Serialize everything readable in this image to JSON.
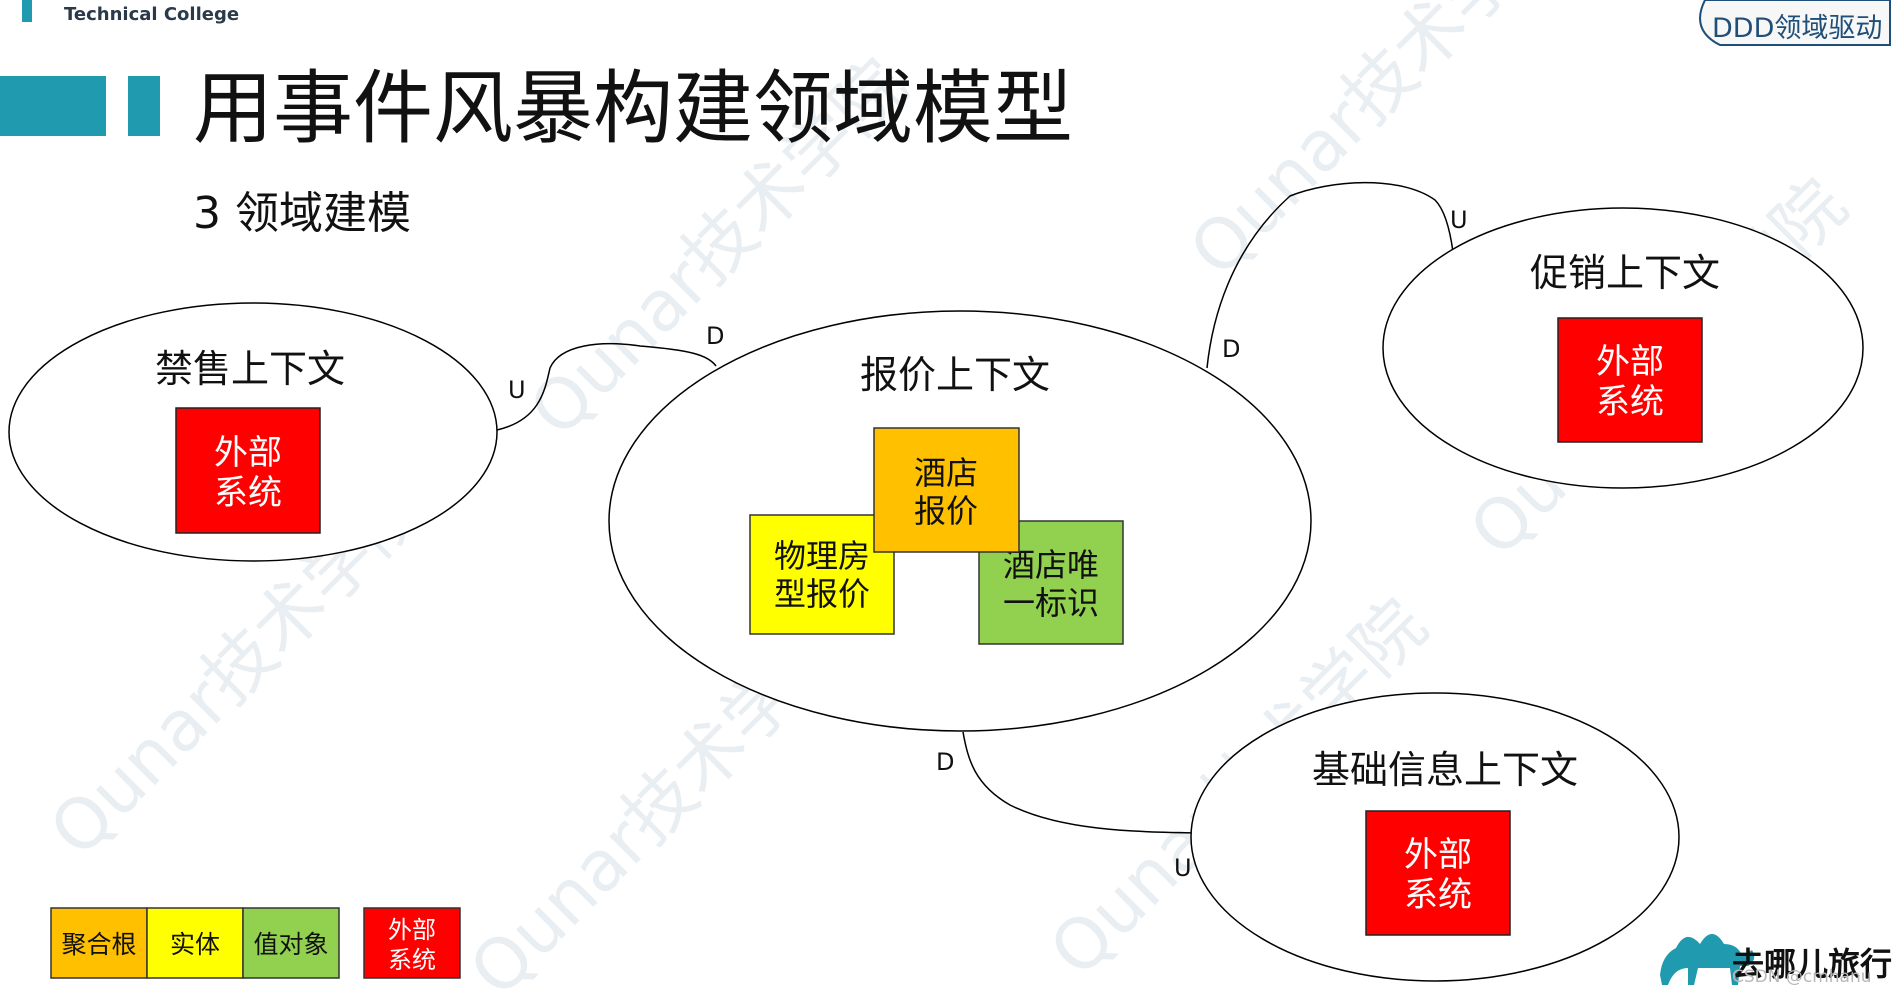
{
  "header": {
    "college_name": "Technical College",
    "tag": "DDD领域驱动",
    "title": "用事件风暴构建领域模型",
    "subtitle": "3 领域建模"
  },
  "contexts": {
    "forbidden": {
      "label": "禁售上下文",
      "box_line1": "外部",
      "box_line2": "系统"
    },
    "pricing": {
      "label": "报价上下文",
      "hotel_price_line1": "酒店",
      "hotel_price_line2": "报价",
      "room_price_line1": "物理房",
      "room_price_line2": "型报价",
      "hotel_id_line1": "酒店唯",
      "hotel_id_line2": "一标识"
    },
    "promotion": {
      "label": "促销上下文",
      "box_line1": "外部",
      "box_line2": "系统"
    },
    "basic": {
      "label": "基础信息上下文",
      "box_line1": "外部",
      "box_line2": "系统"
    }
  },
  "relations": {
    "forbidden_upstream": "U",
    "pricing_downstream_left": "D",
    "promotion_upstream": "U",
    "pricing_downstream_right": "D",
    "pricing_downstream_bottom": "D",
    "basic_upstream": "U"
  },
  "legend": {
    "aggregate_root": "聚合根",
    "entity": "实体",
    "value_object": "值对象",
    "external_line1": "外部",
    "external_line2": "系统"
  },
  "watermarks": {
    "text": "Qunar技术学院",
    "csdn": "CSDN @cmhanu"
  },
  "brand": {
    "name": "去哪儿旅行"
  },
  "colors": {
    "aggregate_root": "#FFC000",
    "entity": "#FFFF00",
    "value_object": "#92D050",
    "external": "#FF0000",
    "accent": "#1F9AAE"
  }
}
